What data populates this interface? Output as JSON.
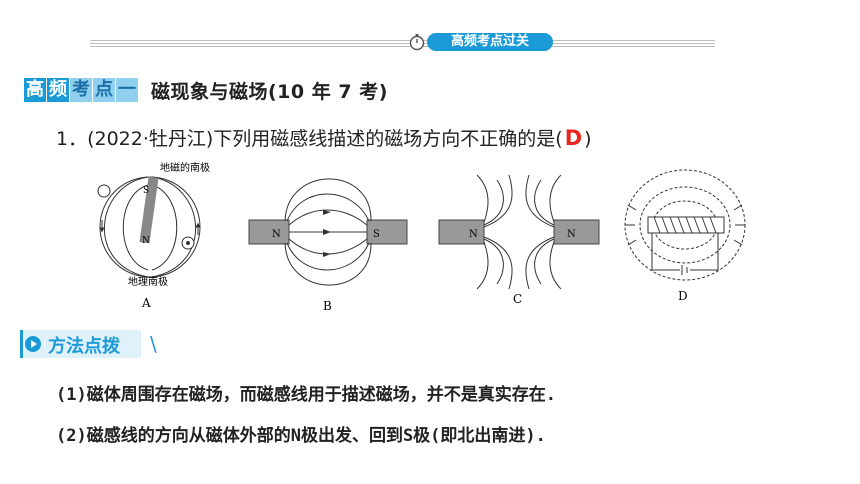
{
  "banner": {
    "title": "高频考点过关"
  },
  "keypoint": {
    "tags": [
      "高",
      "频",
      "考",
      "点",
      "一"
    ],
    "title": "磁现象与磁场(10 年 7 考)"
  },
  "question": {
    "stem_before": "1．(2022·牡丹江)下列用磁感线描述的磁场方向不正确的是(",
    "answer": "D",
    "stem_after": ")"
  },
  "figures": {
    "A": {
      "caption": "A",
      "label_top": "地磁的南极",
      "label_bottom": "地理南极",
      "pole_s": "S",
      "pole_n": "N"
    },
    "B": {
      "caption": "B",
      "pole_left": "N",
      "pole_right": "S"
    },
    "C": {
      "caption": "C",
      "pole_left": "N",
      "pole_right": "N"
    },
    "D": {
      "caption": "D"
    }
  },
  "method": {
    "label": "方法点拨"
  },
  "tips": [
    "(1)磁体周围存在磁场，而磁感线用于描述磁场，并不是真实存在.",
    "(2)磁感线的方向从磁体外部的N极出发、回到S极(即北出南进)."
  ],
  "colors": {
    "accent": "#1a9ad6",
    "answer": "#e8231e"
  }
}
